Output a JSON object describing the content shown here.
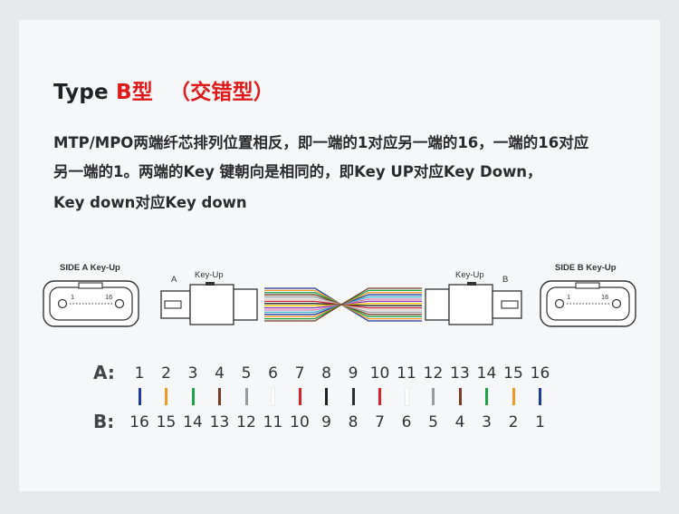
{
  "title": {
    "prefix": "Type ",
    "highlight": "B型",
    "suffix": "（交错型）"
  },
  "description": {
    "line1": "MTP/MPO两端纤芯排列位置相反，即一端的1对应另一端的16，一端的16对应",
    "line2": "另一端的1。两端的Key 键朝向是相同的，即Key UP对应Key Down，",
    "line3": "Key down对应Key down"
  },
  "diagram": {
    "side_a": {
      "label": "SIDE A  Key-Up",
      "port_left": "1",
      "port_right": "16"
    },
    "plug_a": {
      "letter": "A",
      "key": "Key-Up"
    },
    "plug_b": {
      "letter": "B",
      "key": "Key-Up"
    },
    "side_b": {
      "label": "SIDE B  Key-Up",
      "port_left": "1",
      "port_right": "16"
    }
  },
  "mapping": {
    "a_label": "A:",
    "b_label": "B:",
    "a": [
      "1",
      "2",
      "3",
      "4",
      "5",
      "6",
      "7",
      "8",
      "9",
      "10",
      "11",
      "12",
      "13",
      "14",
      "15",
      "16"
    ],
    "b": [
      "16",
      "15",
      "14",
      "13",
      "12",
      "11",
      "10",
      "9",
      "8",
      "7",
      "6",
      "5",
      "4",
      "3",
      "2",
      "1"
    ],
    "colors": [
      "#1d3a9c",
      "#f0982a",
      "#1fa34a",
      "#7a3a26",
      "#9a9a9a",
      "#ffffff",
      "#d9232c",
      "#222222",
      "#2f2f2f",
      "#d9232c",
      "#ffffff",
      "#9a9a9a",
      "#7a3a26",
      "#1fa34a",
      "#f0982a",
      "#1d3a9c"
    ],
    "fiber_colors": [
      "#1d3a9c",
      "#f0982a",
      "#1fa34a",
      "#7a3a26",
      "#9a9a9a",
      "#d0d0d0",
      "#d9232c",
      "#222222",
      "#f2c800",
      "#8a35b5",
      "#e07aa8",
      "#33b4c9",
      "#1d3a9c",
      "#f0982a",
      "#1fa34a",
      "#7a3a26"
    ]
  }
}
